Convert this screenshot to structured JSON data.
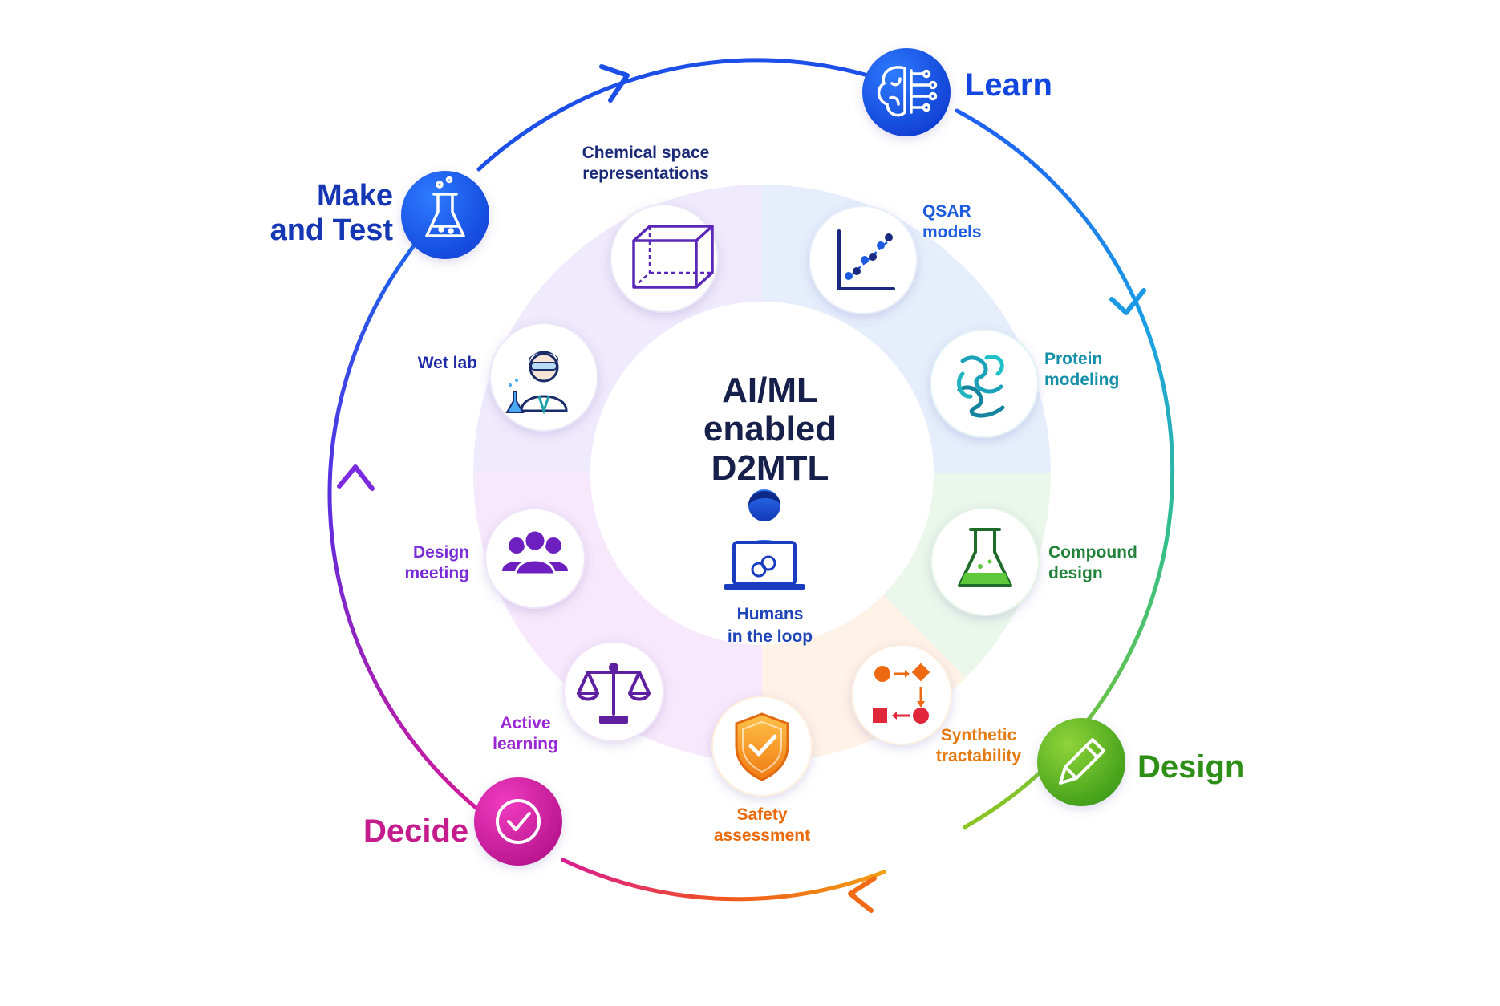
{
  "center": {
    "title_lines": [
      "AI/ML",
      "enabled",
      "D2MTL"
    ],
    "label_lines": [
      "Humans",
      "in the loop"
    ]
  },
  "phases": {
    "learn": {
      "label_lines": [
        "Learn"
      ],
      "color": "#1146e0",
      "icon": "brain-icon"
    },
    "design": {
      "label_lines": [
        "Design"
      ],
      "color": "#2e8f16",
      "icon": "pencil-icon"
    },
    "decide": {
      "label_lines": [
        "Decide"
      ],
      "color": "#c41b8d",
      "icon": "check-circle-icon"
    },
    "make_test": {
      "label_lines": [
        "Make",
        "and Test"
      ],
      "color": "#1637b3",
      "icon": "flask-icon"
    }
  },
  "tools": {
    "chemical_space": {
      "label_lines": [
        "Chemical space",
        "representations"
      ],
      "color": "#1b2a78",
      "icon": "cube-icon"
    },
    "qsar": {
      "label_lines": [
        "QSAR",
        "models"
      ],
      "color": "#1c5be0",
      "icon": "scatter-plot-icon"
    },
    "protein": {
      "label_lines": [
        "Protein",
        "modeling"
      ],
      "color": "#1690a8",
      "icon": "protein-icon"
    },
    "compound": {
      "label_lines": [
        "Compound",
        "design"
      ],
      "color": "#23823a",
      "icon": "green-flask-icon"
    },
    "synthetic": {
      "label_lines": [
        "Synthetic",
        "tractability"
      ],
      "color": "#e47a10",
      "icon": "flowchart-icon"
    },
    "safety": {
      "label_lines": [
        "Safety",
        "assessment"
      ],
      "color": "#ea6a0c",
      "icon": "shield-check-icon"
    },
    "active": {
      "label_lines": [
        "Active",
        "learning"
      ],
      "color": "#9a26d4",
      "icon": "balance-scale-icon"
    },
    "meeting": {
      "label_lines": [
        "Design",
        "meeting"
      ],
      "color": "#7a2cd6",
      "icon": "team-icon"
    },
    "wetlab": {
      "label_lines": [
        "Wet lab"
      ],
      "color": "#1e2aa8",
      "icon": "scientist-icon"
    }
  }
}
